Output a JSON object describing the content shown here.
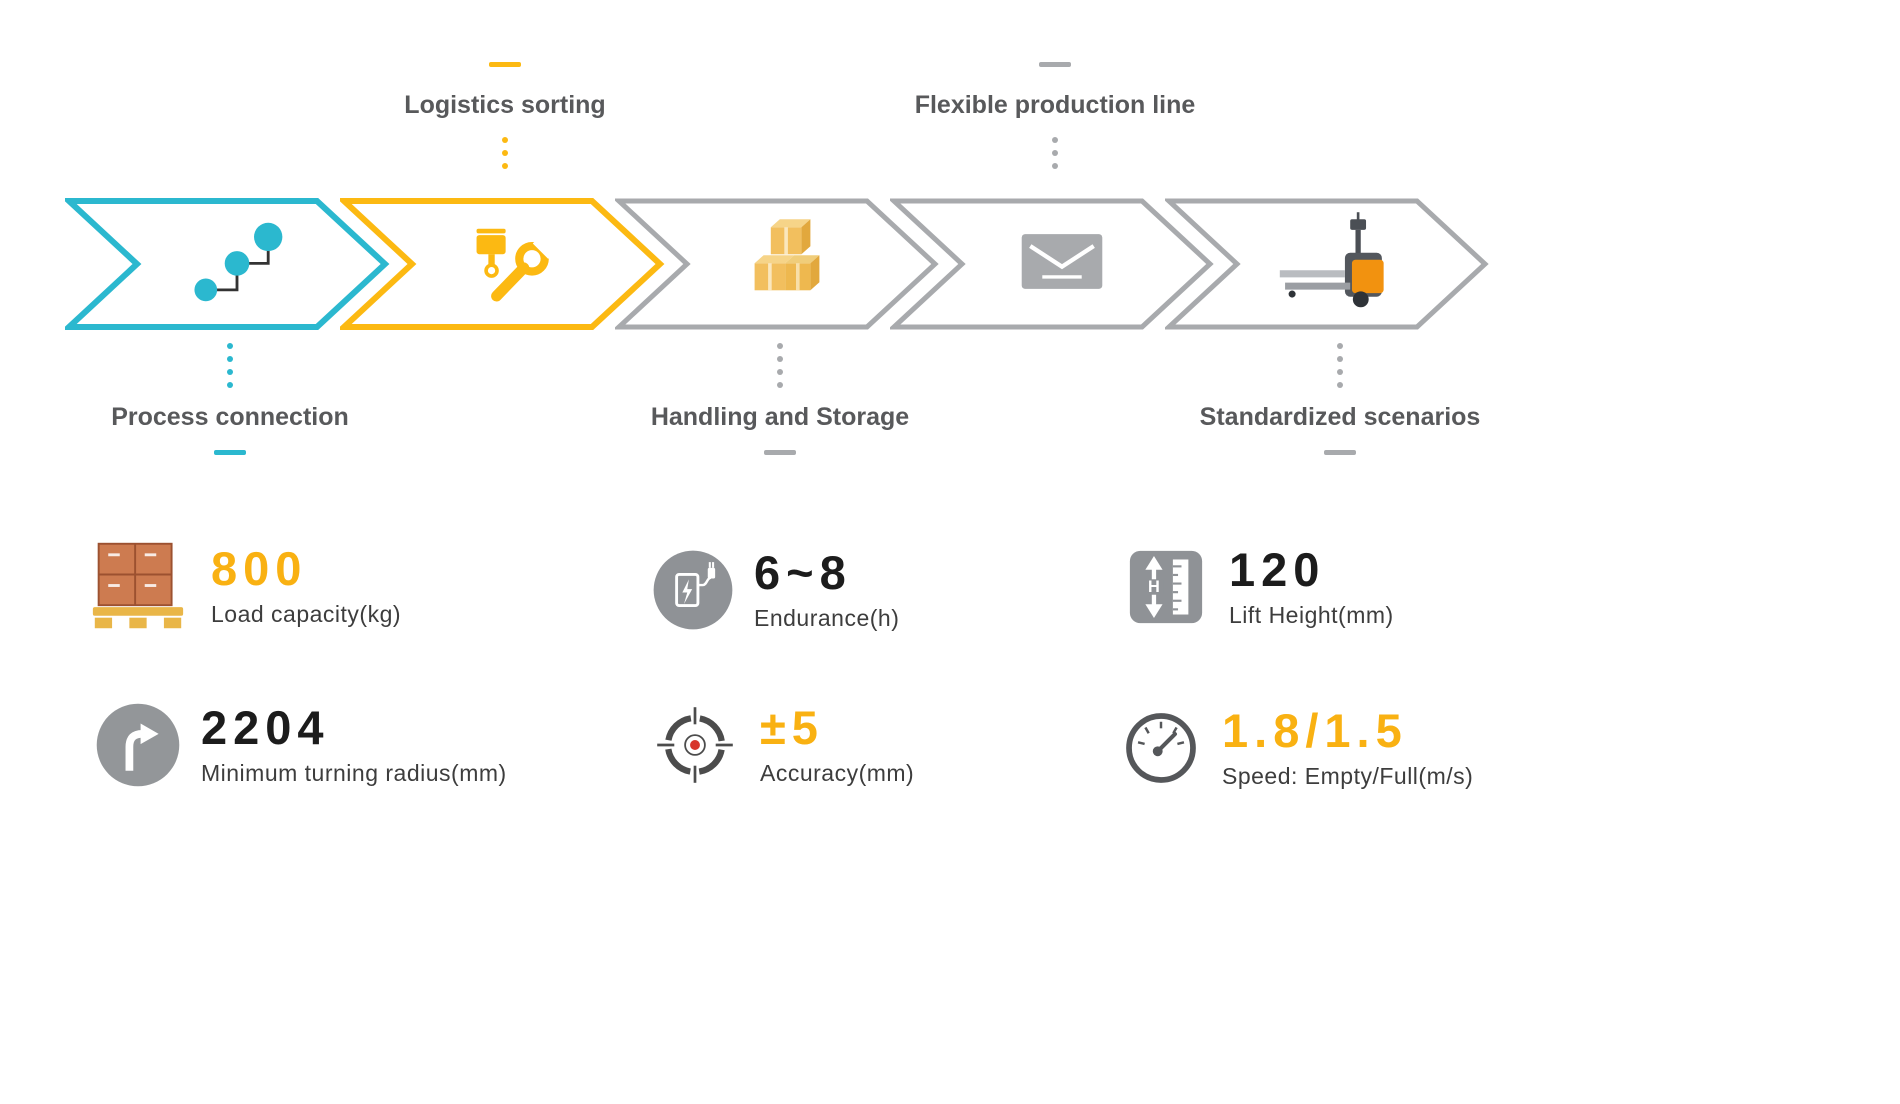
{
  "flow": {
    "steps": [
      {
        "label": "Process connection",
        "labelPosition": "below",
        "color": "#2bb8cf",
        "icon": "process-connection-icon"
      },
      {
        "label": "Logistics sorting",
        "labelPosition": "above",
        "color": "#fcb912",
        "icon": "tools-icon"
      },
      {
        "label": "Handling and Storage",
        "labelPosition": "below",
        "color": "#a8aaad",
        "icon": "boxes-icon"
      },
      {
        "label": "Flexible production line",
        "labelPosition": "above",
        "color": "#a8aaad",
        "icon": "envelope-icon"
      },
      {
        "label": "Standardized scenarios",
        "labelPosition": "below",
        "color": "#a8aaad",
        "icon": "pallet-truck-icon"
      }
    ]
  },
  "specs": [
    {
      "value": "800",
      "label": "Load capacity(kg)",
      "valueColor": "#f9b112",
      "icon": "pallet-load-icon"
    },
    {
      "value": "6~8",
      "label": "Endurance(h)",
      "valueColor": "#1c1c1c",
      "icon": "charging-icon"
    },
    {
      "value": "120",
      "label": "Lift Height(mm)",
      "valueColor": "#1c1c1c",
      "icon": "lift-height-icon"
    },
    {
      "value": "2204",
      "label": "Minimum turning radius(mm)",
      "valueColor": "#1c1c1c",
      "icon": "turning-radius-icon"
    },
    {
      "value": "±5",
      "label": "Accuracy(mm)",
      "valueColor": "#f9b112",
      "icon": "accuracy-icon"
    },
    {
      "value": "1.8/1.5",
      "label": "Speed: Empty/Full(m/s)",
      "valueColor": "#f9b112",
      "icon": "speedometer-icon"
    }
  ],
  "colors": {
    "cyan": "#2bb8cf",
    "yellow": "#fcb912",
    "gray": "#a8aaad",
    "label_text": "#58595b",
    "value_dark": "#1c1c1c",
    "value_yellow": "#f9b112",
    "accent_red": "#d7342a"
  }
}
